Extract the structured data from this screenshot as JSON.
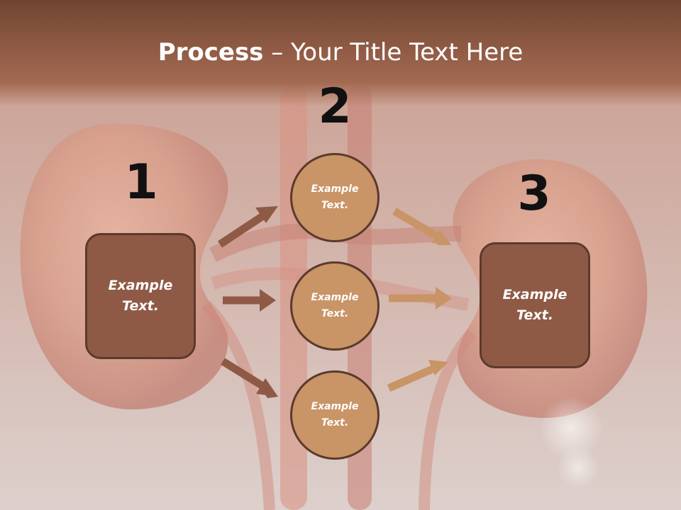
{
  "slide": {
    "title_bold": "Process",
    "title_rest": " – Your Title Text Here"
  },
  "steps": {
    "one": "1",
    "two": "2",
    "three": "3"
  },
  "left_box": {
    "text": "Example Text."
  },
  "center_circles": [
    {
      "text": "Example Text."
    },
    {
      "text": "Example Text."
    },
    {
      "text": "Example Text."
    }
  ],
  "right_box": {
    "text": "Example Text."
  },
  "colors": {
    "title_band": "#8f5a44",
    "box_fill": "#8f5a45",
    "circle_fill": "#c99466",
    "outline": "#5b3a2c",
    "arrow_left": "#8f5a45",
    "arrow_right": "#c99466"
  }
}
